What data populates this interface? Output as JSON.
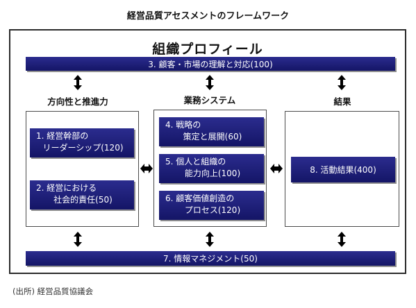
{
  "title": "経営品質アセスメントのフレームワーク",
  "profile": "組織プロフィール",
  "bar3": "3. 顧客・市場の理解と対応(100)",
  "bar7": "7. 情報マネジメント(50)",
  "columns": {
    "left": "方向性と推進力",
    "middle": "業務システム",
    "right": "結果"
  },
  "boxes": {
    "b1": {
      "line1": "1. 経営幹部の",
      "line2": "リーダーシップ(120)"
    },
    "b2": {
      "line1": "2. 経営における",
      "line2": "社会的責任(50)"
    },
    "b4": {
      "line1": "4. 戦略の",
      "line2": "策定と展開(60)"
    },
    "b5": {
      "line1": "5. 個人と組織の",
      "line2": "能力向上(100)"
    },
    "b6": {
      "line1": "6. 顧客価値創造の",
      "line2": "プロセス(120)"
    },
    "b8": "8. 活動結果(400)"
  },
  "source": "(出所) 経営品質協議会",
  "colors": {
    "navy_top": "#2b2c8e",
    "navy_bottom": "#141566",
    "arrow": "#000000"
  }
}
